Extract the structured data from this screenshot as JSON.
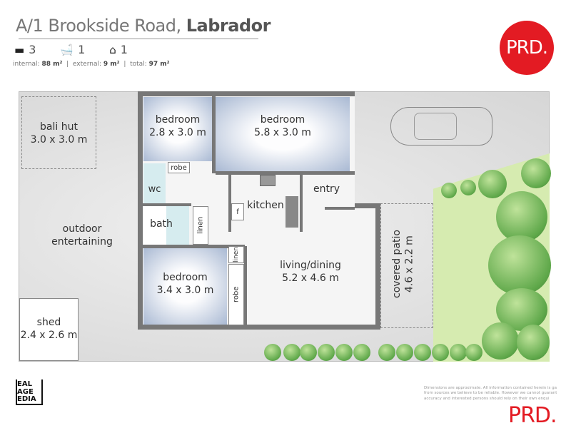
{
  "header": {
    "title_prefix": "A/1 Brookside Road, ",
    "title_suburb": "Labrador",
    "bedrooms": "3",
    "bathrooms": "1",
    "car_spaces": "1",
    "bed_icon": "bed-icon",
    "bath_icon": "bathtub-icon",
    "car_icon": "garage-car-icon",
    "internal_label": "internal:",
    "internal_value": "88 m²",
    "external_label": "external:",
    "external_value": "9 m²",
    "total_label": "total:",
    "total_value": "97 m²"
  },
  "brand": {
    "logo_text": "PRD.",
    "color": "#e31b23",
    "photographer_logo": "REAL IMAGE MEDIA"
  },
  "rooms": {
    "bali_hut": {
      "name": "bali hut",
      "size": "3.0 x 3.0 m"
    },
    "outdoor": {
      "name": "outdoor entertaining"
    },
    "shed": {
      "name": "shed",
      "size": "2.4 x 2.6 m"
    },
    "bedroom1": {
      "name": "bedroom",
      "size": "2.8 x 3.0 m"
    },
    "bedroom2": {
      "name": "bedroom",
      "size": "5.8 x 3.0 m"
    },
    "bedroom3": {
      "name": "bedroom",
      "size": "3.4 x 3.0 m"
    },
    "wc": "wc",
    "robe": "robe",
    "bath": "bath",
    "linen": "linen",
    "kitchen": "kitchen",
    "fridge": "f",
    "entry": "entry",
    "living": {
      "name": "living/dining",
      "size": "5.2 x 4.6 m"
    },
    "patio": {
      "name": "covered patio",
      "size": "4.6 x 2.2 m"
    }
  },
  "disclaimer": [
    "Dimensions are approximate.  All information contained herein is gath",
    "from sources we believe to be reliable.  However we cannot guarante",
    "accuracy and interested persons should rely on their own enqui"
  ]
}
